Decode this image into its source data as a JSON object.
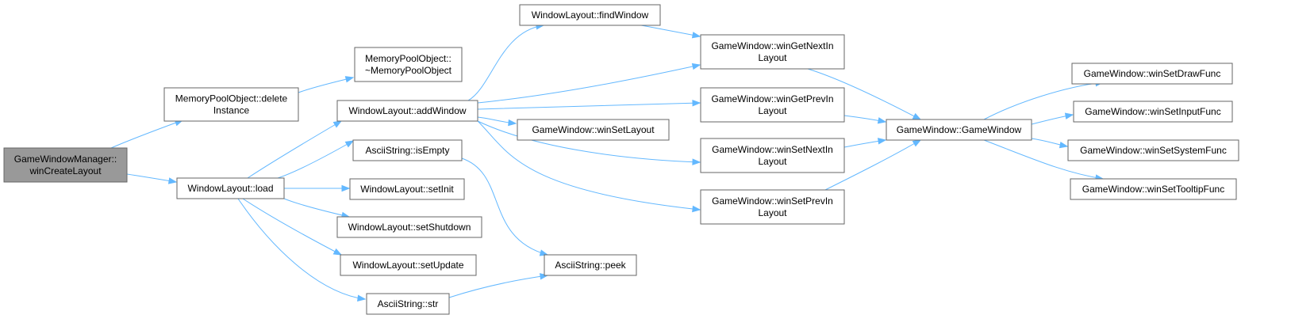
{
  "diagram": {
    "type": "call-graph",
    "colors": {
      "root_fill": "#999999",
      "node_fill": "#ffffff",
      "node_border": "#666666",
      "edge": "#63b8ff"
    },
    "nodes": {
      "root": [
        "GameWindowManager::",
        "winCreateLayout"
      ],
      "mpo_delete": [
        "MemoryPoolObject::delete",
        "Instance"
      ],
      "mpo_dtor": [
        "MemoryPoolObject::",
        "~MemoryPoolObject"
      ],
      "wl_load": [
        "WindowLayout::load"
      ],
      "wl_addwindow": [
        "WindowLayout::addWindow"
      ],
      "as_isempty": [
        "AsciiString::isEmpty"
      ],
      "wl_setinit": [
        "WindowLayout::setInit"
      ],
      "wl_setshutdown": [
        "WindowLayout::setShutdown"
      ],
      "wl_setupdate": [
        "WindowLayout::setUpdate"
      ],
      "as_str": [
        "AsciiString::str"
      ],
      "wl_findwindow": [
        "WindowLayout::findWindow"
      ],
      "gw_setlayout": [
        "GameWindow::winSetLayout"
      ],
      "as_peek": [
        "AsciiString::peek"
      ],
      "gw_getnext": [
        "GameWindow::winGetNextIn",
        "Layout"
      ],
      "gw_getprev": [
        "GameWindow::winGetPrevIn",
        "Layout"
      ],
      "gw_setnext": [
        "GameWindow::winSetNextIn",
        "Layout"
      ],
      "gw_setprev": [
        "GameWindow::winSetPrevIn",
        "Layout"
      ],
      "gw_ctor": [
        "GameWindow::GameWindow"
      ],
      "gw_drawfunc": [
        "GameWindow::winSetDrawFunc"
      ],
      "gw_inputfunc": [
        "GameWindow::winSetInputFunc"
      ],
      "gw_systemfunc": [
        "GameWindow::winSetSystemFunc"
      ],
      "gw_tooltipfunc": [
        "GameWindow::winSetTooltipFunc"
      ]
    },
    "edges": [
      [
        "root",
        "mpo_delete"
      ],
      [
        "root",
        "wl_load"
      ],
      [
        "mpo_delete",
        "mpo_dtor"
      ],
      [
        "wl_load",
        "wl_addwindow"
      ],
      [
        "wl_load",
        "as_isempty"
      ],
      [
        "wl_load",
        "wl_setinit"
      ],
      [
        "wl_load",
        "wl_setshutdown"
      ],
      [
        "wl_load",
        "wl_setupdate"
      ],
      [
        "wl_load",
        "as_str"
      ],
      [
        "wl_addwindow",
        "wl_findwindow"
      ],
      [
        "wl_addwindow",
        "gw_getnext"
      ],
      [
        "wl_addwindow",
        "gw_getprev"
      ],
      [
        "wl_addwindow",
        "gw_setlayout"
      ],
      [
        "wl_addwindow",
        "gw_setnext"
      ],
      [
        "wl_addwindow",
        "gw_setprev"
      ],
      [
        "wl_findwindow",
        "gw_getnext"
      ],
      [
        "as_isempty",
        "as_peek"
      ],
      [
        "as_str",
        "as_peek"
      ],
      [
        "gw_getnext",
        "gw_ctor"
      ],
      [
        "gw_getprev",
        "gw_ctor"
      ],
      [
        "gw_setnext",
        "gw_ctor"
      ],
      [
        "gw_setprev",
        "gw_ctor"
      ],
      [
        "gw_ctor",
        "gw_drawfunc"
      ],
      [
        "gw_ctor",
        "gw_inputfunc"
      ],
      [
        "gw_ctor",
        "gw_systemfunc"
      ],
      [
        "gw_ctor",
        "gw_tooltipfunc"
      ]
    ]
  }
}
